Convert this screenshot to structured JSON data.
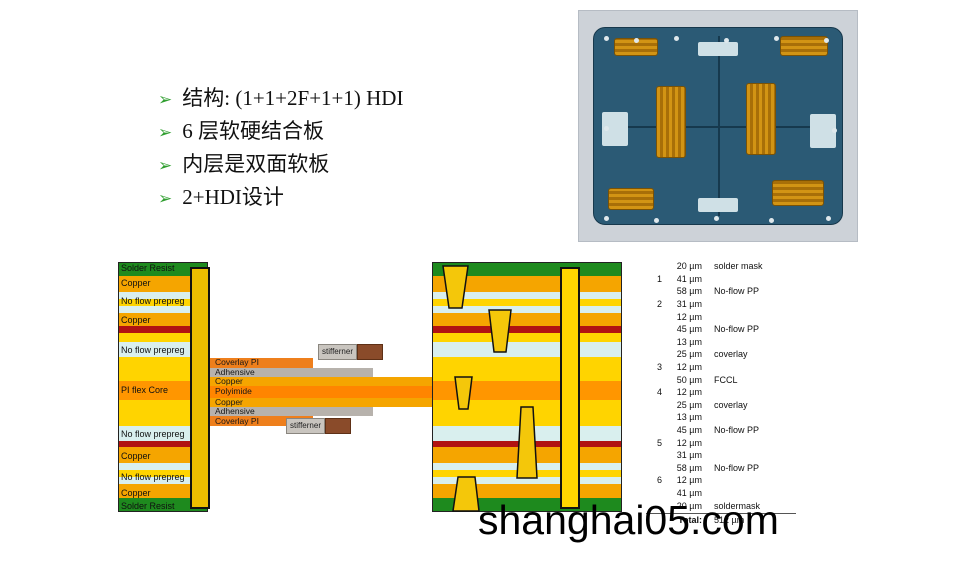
{
  "slide": {
    "bullet_marker": "➢",
    "bullets": [
      {
        "text": "结构: (1+1+2F+1+1) HDI"
      },
      {
        "text": "6 层软硬结合板"
      },
      {
        "text": "内层是双面软板"
      },
      {
        "text": "2+HDI设计"
      }
    ]
  },
  "stackup": {
    "left_labels": [
      "Solder Resist",
      "Copper",
      "No flow prepreg",
      "Copper",
      "No flow prepreg",
      "PI flex Core",
      "No flow prepreg",
      "Copper",
      "No flow prepreg",
      "Copper",
      "Solder Resist"
    ],
    "flex_labels": [
      "Coverlay PI",
      "Adhensive",
      "Copper",
      "Polyimide",
      "Copper",
      "Adhensive",
      "Coverlay PI"
    ],
    "stiffener_top": "stifferner",
    "stiffener_bottom": "stifferner",
    "table": {
      "rows": [
        {
          "num": "",
          "thickness": "20 µm",
          "name": "solder mask"
        },
        {
          "num": "1",
          "thickness": "41 µm",
          "name": ""
        },
        {
          "num": "",
          "thickness": "58 µm",
          "name": "No-flow PP"
        },
        {
          "num": "2",
          "thickness": "31 µm",
          "name": ""
        },
        {
          "num": "",
          "thickness": "12 µm",
          "name": ""
        },
        {
          "num": "",
          "thickness": "45 µm",
          "name": "No-flow PP"
        },
        {
          "num": "",
          "thickness": "13 µm",
          "name": ""
        },
        {
          "num": "",
          "thickness": "25 µm",
          "name": "coverlay"
        },
        {
          "num": "3",
          "thickness": "12 µm",
          "name": ""
        },
        {
          "num": "",
          "thickness": "50 µm",
          "name": "FCCL"
        },
        {
          "num": "4",
          "thickness": "12 µm",
          "name": ""
        },
        {
          "num": "",
          "thickness": "25 µm",
          "name": "coverlay"
        },
        {
          "num": "",
          "thickness": "13 µm",
          "name": ""
        },
        {
          "num": "",
          "thickness": "45 µm",
          "name": "No-flow PP"
        },
        {
          "num": "5",
          "thickness": "12 µm",
          "name": ""
        },
        {
          "num": "",
          "thickness": "31 µm",
          "name": ""
        },
        {
          "num": "",
          "thickness": "58 µm",
          "name": "No-flow PP"
        },
        {
          "num": "6",
          "thickness": "12 µm",
          "name": ""
        },
        {
          "num": "",
          "thickness": "41 µm",
          "name": ""
        },
        {
          "num": "",
          "thickness": "20 µm",
          "name": "soldermask"
        }
      ],
      "total_label": "Total:",
      "total_value": "512 µm"
    }
  },
  "watermark": "shanghai05.com",
  "colors": {
    "solder_resist": "#1e8a1e",
    "copper": "#f5a500",
    "prepreg_pale": "#d9efee",
    "prepreg_yellow": "#ffd400",
    "adhesive_red": "#b11212",
    "flex_core": "#ff9600",
    "polyimide": "#ff8500",
    "coverlay": "#ee7f1c",
    "adhesive_gray": "#b7b2ac",
    "stiffener_brown": "#8a4b2a",
    "bullet_green": "#2f9e2f"
  }
}
